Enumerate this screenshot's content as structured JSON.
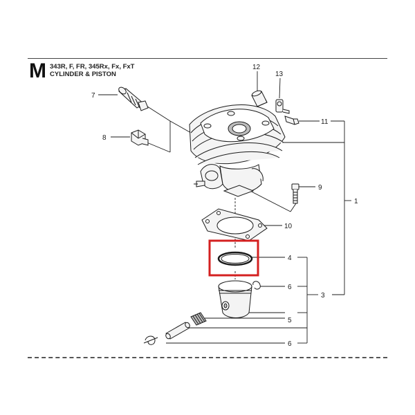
{
  "header": {
    "section_letter": "M",
    "models": "343R, F, FR, 345Rx, Fx, FxT",
    "title": "CYLINDER & PISTON"
  },
  "callouts": {
    "c1": "1",
    "c3": "3",
    "c4": "4",
    "c5": "5",
    "c6a": "6",
    "c6b": "6",
    "c7": "7",
    "c8": "8",
    "c9": "9",
    "c10": "10",
    "c11": "11",
    "c12": "12",
    "c13": "13"
  },
  "highlight": {
    "part": "4",
    "color": "#d42020"
  },
  "colors": {
    "line": "#1a1a1a",
    "part_fill": "#f4f4f4",
    "shade": "#bdbdbd"
  }
}
